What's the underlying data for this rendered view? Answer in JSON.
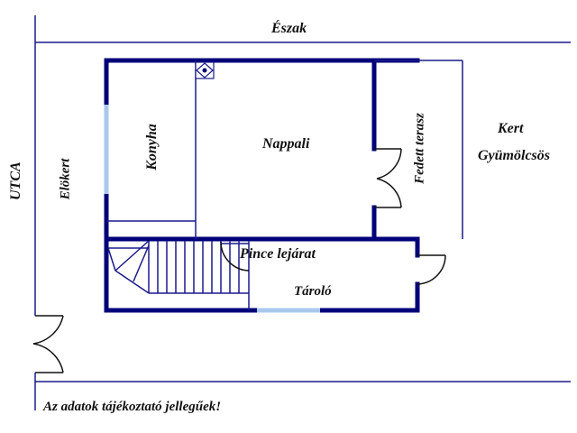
{
  "labels": {
    "north": "Észak",
    "street": "UTCA",
    "front_garden": "Elökert",
    "kitchen": "Konyha",
    "living_room": "Nappali",
    "covered_terrace": "Fedett terasz",
    "garden": "Kert",
    "orchard": "Gyümölcsös",
    "cellar_entrance": "Pince lejárat",
    "storage": "Tároló",
    "disclaimer": "Az adatok tájékoztató jellegűek!"
  },
  "colors": {
    "wall": "#00007a",
    "thin_line": "#1a1a8c",
    "window": "#a9c8ec",
    "door_arc": "#111111",
    "text": "#111111"
  }
}
